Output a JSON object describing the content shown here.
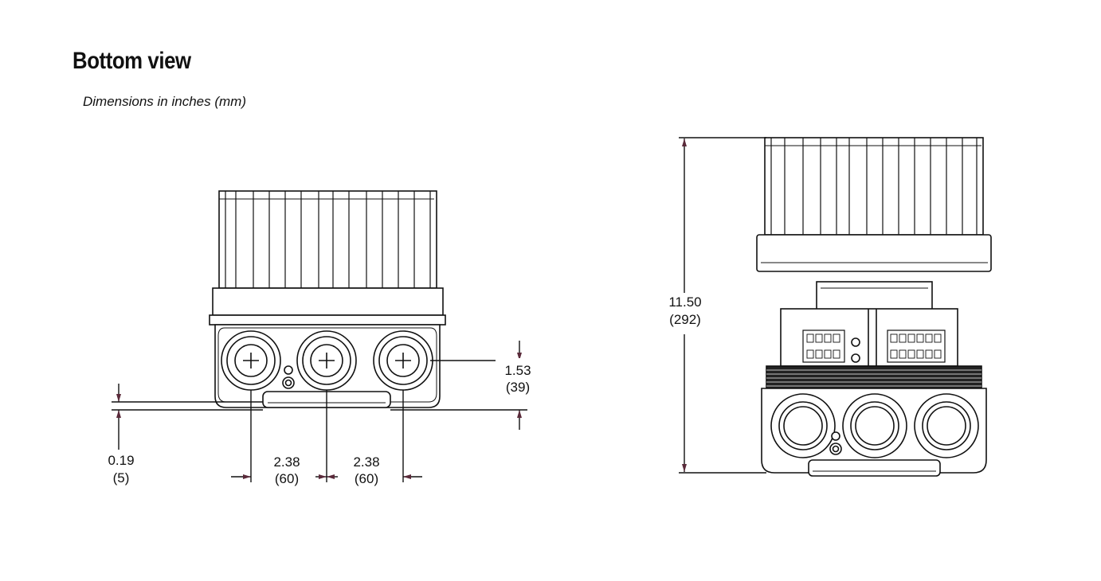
{
  "header": {
    "title": "Bottom view",
    "subtitle": "Dimensions in inches (mm)"
  },
  "dimensions": {
    "depth": {
      "inches": "1.53",
      "mm": "(39)"
    },
    "offset": {
      "inches": "0.19",
      "mm": "(5)"
    },
    "pitch_left": {
      "inches": "2.38",
      "mm": "(60)"
    },
    "pitch_right": {
      "inches": "2.38",
      "mm": "(60)"
    },
    "height": {
      "inches": "11.50",
      "mm": "(292)"
    }
  }
}
